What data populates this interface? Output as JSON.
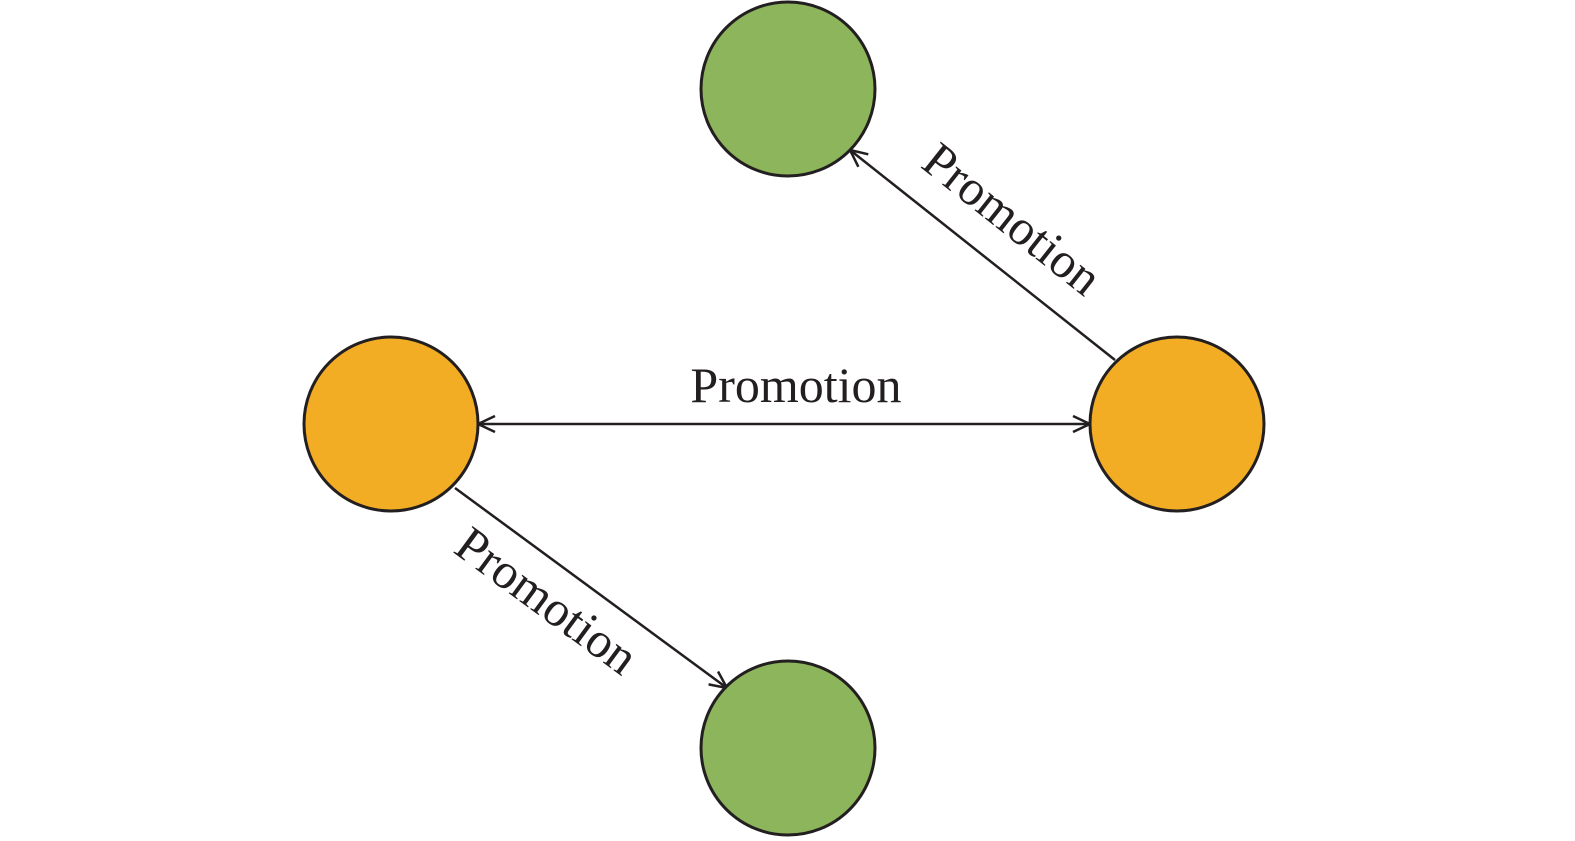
{
  "colors": {
    "orange_node": "#f2ad24",
    "green_node": "#8db55b",
    "stroke": "#231f20",
    "background": "#ffffff"
  },
  "nodes": [
    {
      "id": "left-orange",
      "color_key": "orange_node"
    },
    {
      "id": "right-orange",
      "color_key": "orange_node"
    },
    {
      "id": "top-green",
      "color_key": "green_node"
    },
    {
      "id": "bottom-green",
      "color_key": "green_node"
    }
  ],
  "edges": [
    {
      "from": "left-orange",
      "to": "right-orange",
      "direction": "bidirectional",
      "label": "Promotion"
    },
    {
      "from": "right-orange",
      "to": "top-green",
      "direction": "forward",
      "label": "Promotion"
    },
    {
      "from": "left-orange",
      "to": "bottom-green",
      "direction": "forward",
      "label": "Promotion"
    }
  ]
}
